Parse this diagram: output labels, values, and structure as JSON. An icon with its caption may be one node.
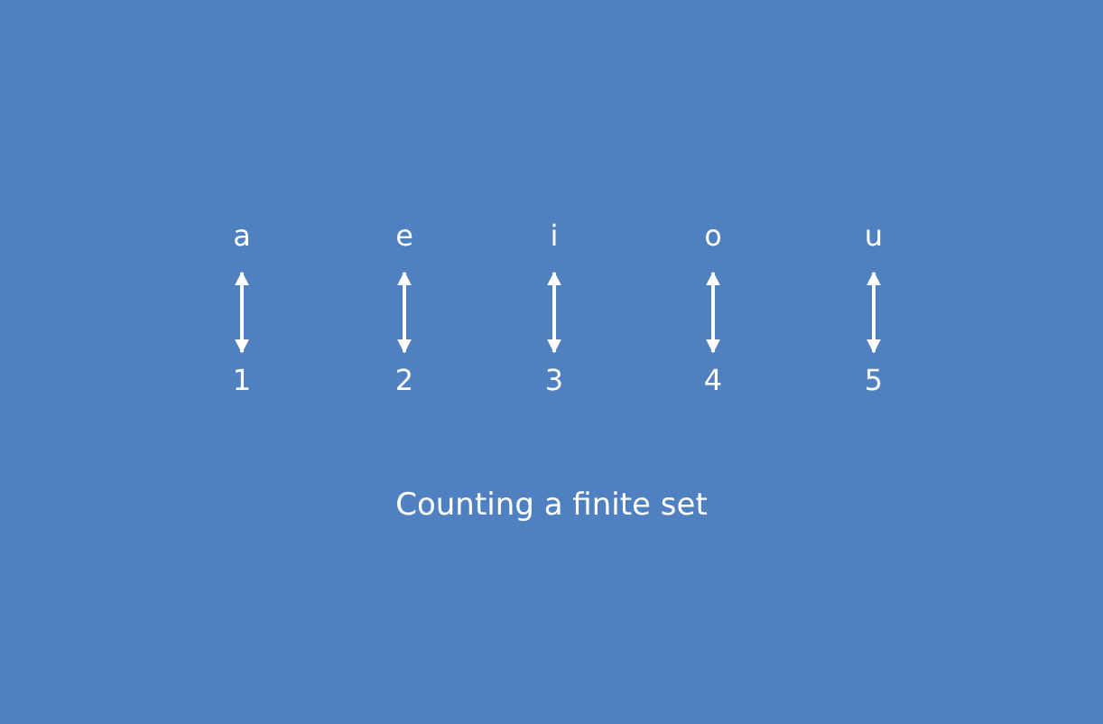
{
  "diagram": {
    "caption": "Counting a finite set",
    "nodes": [
      {
        "text": [
          "a"
        ]
      },
      {
        "text": [
          "e"
        ]
      },
      {
        "text": [
          "i"
        ]
      },
      {
        "text": [
          "o"
        ]
      },
      {
        "text": [
          "u"
        ]
      },
      {
        "text": [
          "1"
        ]
      },
      {
        "text": [
          "2"
        ]
      },
      {
        "text": [
          "3"
        ]
      },
      {
        "text": [
          "4"
        ]
      },
      {
        "text": [
          "5"
        ]
      }
    ],
    "edges": [
      {
        "from": 0,
        "to": 5,
        "arrow": "both"
      },
      {
        "from": 1,
        "to": 6,
        "arrow": "both"
      },
      {
        "from": 2,
        "to": 7,
        "arrow": "both"
      },
      {
        "from": 3,
        "to": 8,
        "arrow": "both"
      },
      {
        "from": 4,
        "to": 9,
        "arrow": "both"
      }
    ]
  }
}
